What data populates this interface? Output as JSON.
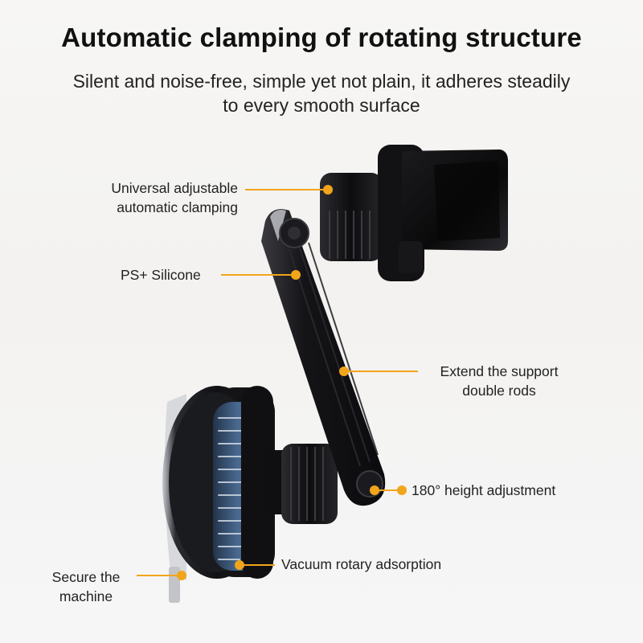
{
  "header": {
    "title": "Automatic clamping of rotating structure",
    "subtitle_line1": "Silent and noise-free, simple yet not plain, it adheres steadily",
    "subtitle_line2": "to every smooth surface"
  },
  "callouts": {
    "clamping_line1": "Universal adjustable",
    "clamping_line2": "automatic clamping",
    "silicone": "PS+ Silicone",
    "rods_line1": "Extend the support",
    "rods_line2": "double rods",
    "height": "180° height adjustment",
    "vacuum": "Vacuum rotary adsorption",
    "secure_line1": "Secure the",
    "secure_line2": "machine"
  },
  "colors": {
    "accent": "#f2a51b",
    "body_black": "#141416",
    "ring_blue": "#3f5b7e"
  },
  "icons": [
    "callout-dot-icon"
  ]
}
